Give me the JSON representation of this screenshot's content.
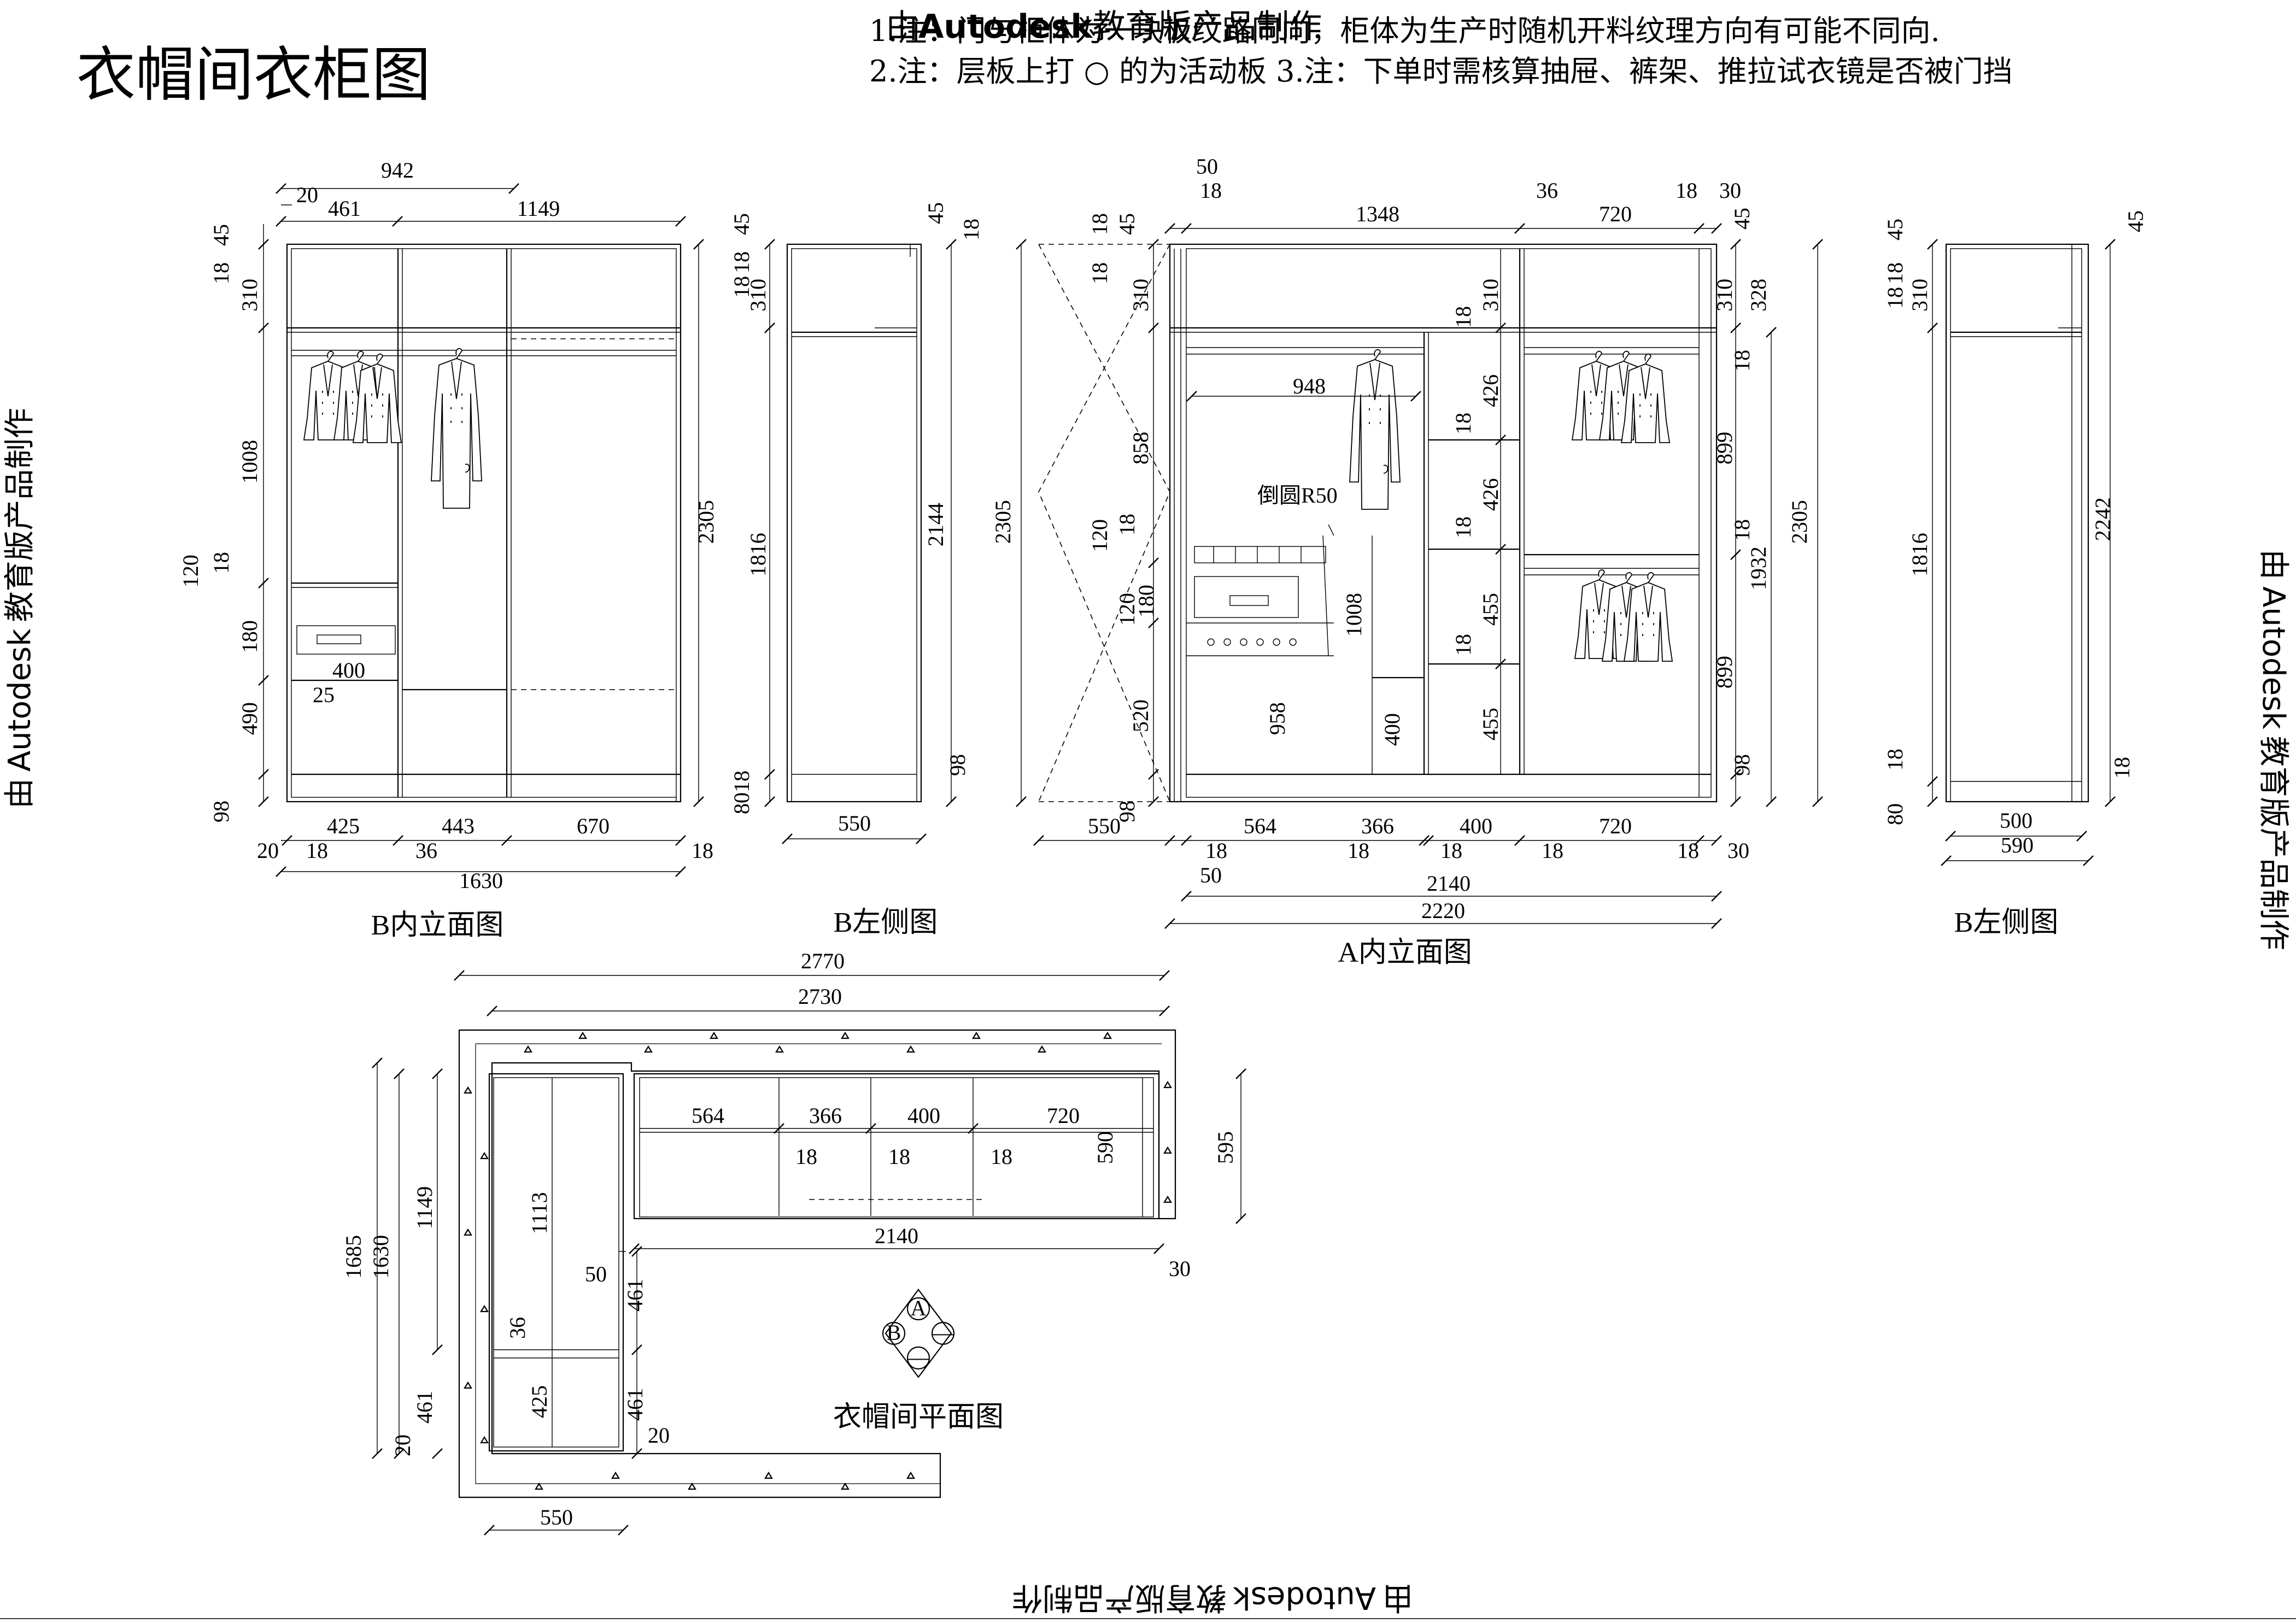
{
  "title": "衣帽间衣柜图",
  "notes": {
    "line1": "1.注：门与柜体为一块板纹路同向，柜体为生产时随机开料纹理方向有可能不同向.",
    "line2": "2.注：层板上打 ○ 的为活动板  3.注：下单时需核算抽屉、裤架、推拉试衣镜是否被门挡"
  },
  "watermark": {
    "brand": "Autodesk",
    "prefix": "由",
    "suffix": "教育版产品制作"
  },
  "views": {
    "b_inner": "B内立面图",
    "b_left_1": "B左侧图",
    "a_inner": "A内立面图",
    "b_left_2": "B左侧图",
    "plan": "衣帽间平面图"
  },
  "annotation_fillet": "倒圆R50",
  "compass": {
    "a": "A",
    "b": "B",
    "c": "—",
    "d": "—"
  },
  "dims": {
    "b_inner": {
      "d942": "942",
      "d20": "20",
      "d461": "461",
      "d1149": "1149",
      "d45": "45",
      "d18a": "18",
      "d310": "310",
      "d1008": "1008",
      "d120": "120",
      "d18b": "18",
      "d180": "180",
      "d400": "400",
      "d25": "25",
      "d490": "490",
      "d98": "98",
      "d2305": "2305",
      "d425": "425",
      "d443": "443",
      "d670": "670",
      "d20b": "20",
      "d18c": "18",
      "d36": "36",
      "d18d": "18",
      "d1630": "1630"
    },
    "b_left_1": {
      "d45": "45",
      "d18a": "18",
      "d18b": "18",
      "d310": "310",
      "d1816": "1816",
      "d80": "80",
      "d18c": "18",
      "d45r": "45",
      "d18r": "18",
      "d2144": "2144",
      "d98": "98",
      "d550": "550"
    },
    "a_inner": {
      "d50": "50",
      "d18a": "18",
      "d1348": "1348",
      "d36": "36",
      "d720": "720",
      "d18b": "18",
      "d30": "30",
      "d18c": "18",
      "d45": "45",
      "d18d": "18",
      "d310": "310",
      "d858": "858",
      "d120": "120",
      "d18e": "18",
      "d120b": "120",
      "d180": "180",
      "d520": "520",
      "d98": "98",
      "d2305": "2305",
      "d948": "948",
      "d1008": "1008",
      "d958": "958",
      "d400v": "400",
      "m310": "310",
      "m18a": "18",
      "m426a": "426",
      "m18b": "18",
      "m426b": "426",
      "m18c": "18",
      "m455a": "455",
      "m18d": "18",
      "m455b": "455",
      "r45": "45",
      "r310": "310",
      "r328": "328",
      "r18a": "18",
      "r899a": "899",
      "r18b": "18",
      "r1932": "1932",
      "r899b": "899",
      "r98": "98",
      "r2305": "2305",
      "d550": "550",
      "d564": "564",
      "d366": "366",
      "d400": "400",
      "d720b": "720",
      "d18f": "18",
      "d18g": "18",
      "d18h": "18",
      "d18i": "18",
      "d18j": "18",
      "d30b": "30",
      "d50b": "50",
      "d2140": "2140",
      "d2220": "2220"
    },
    "b_left_2": {
      "d45a": "45",
      "d18a": "18",
      "d18b": "18",
      "d310": "310",
      "d1816": "1816",
      "d18c": "18",
      "d80": "80",
      "d45r": "45",
      "d2242": "2242",
      "d18r": "18",
      "d500": "500",
      "d590": "590"
    },
    "plan": {
      "d2770": "2770",
      "d2730": "2730",
      "d564": "564",
      "d366": "366",
      "d400": "400",
      "d720": "720",
      "d18a": "18",
      "d18b": "18",
      "d18c": "18",
      "d590": "590",
      "d595": "595",
      "d2140": "2140",
      "d30": "30",
      "d1685": "1685",
      "d1630": "1630",
      "d1149": "1149",
      "d1113": "1113",
      "d50": "50",
      "d461a": "461",
      "d36": "36",
      "d461b": "461",
      "d425": "425",
      "d461c": "461",
      "d20a": "20",
      "d20b": "20",
      "d550": "550"
    }
  }
}
